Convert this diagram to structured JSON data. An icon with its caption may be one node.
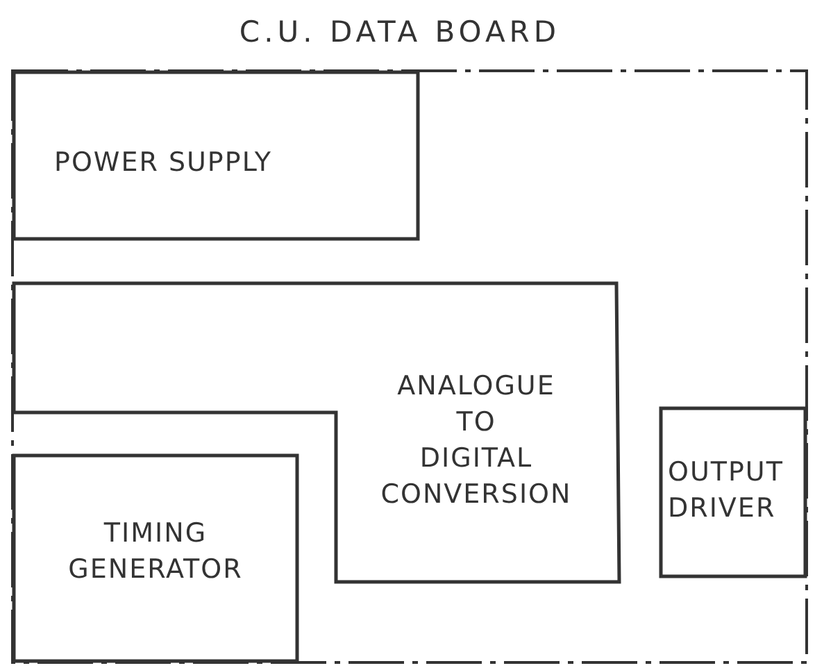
{
  "diagram": {
    "nodes": [
      {
        "text": [
          "C.U. DATA BOARD"
        ]
      },
      {
        "text": [
          "POWER SUPPLY"
        ],
        "in": 0
      },
      {
        "text": [
          "ANALOGUE TO DIGITAL CONVERSION"
        ],
        "in": 0
      },
      {
        "text": [
          "OUTPUT DRIVER"
        ],
        "in": 0
      },
      {
        "text": [
          "TIMING GENERATOR"
        ],
        "in": 0
      }
    ]
  }
}
